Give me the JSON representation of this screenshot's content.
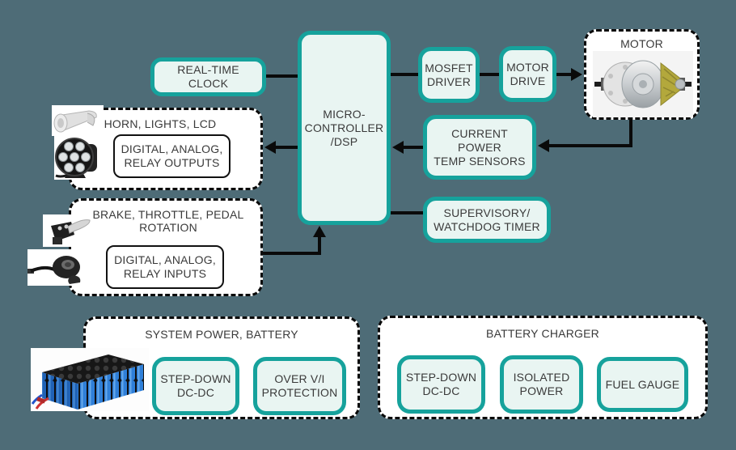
{
  "colors": {
    "background": "#4e6c77",
    "teal": "#16a29c",
    "box_fill": "#e9f5f2",
    "group_fill": "#ffffff",
    "line": "#0a0a0a",
    "text": "#3a3a3a"
  },
  "nodes": {
    "rtc": {
      "line1": "REAL-TIME",
      "line2": "CLOCK"
    },
    "mcu": {
      "line1": "MICRO-",
      "line2": "CONTROLLER",
      "line3": "/DSP"
    },
    "mosfet": {
      "line1": "MOSFET",
      "line2": "DRIVER"
    },
    "motor_drive": {
      "line1": "MOTOR",
      "line2": "DRIVE"
    },
    "motor": {
      "title": "MOTOR"
    },
    "sensors": {
      "line1": "CURRENT",
      "line2": "POWER",
      "line3": "TEMP SENSORS"
    },
    "watchdog": {
      "line1": "SUPERVISORY/",
      "line2": "WATCHDOG TIMER"
    },
    "outputs": {
      "title": "HORN, LIGHTS, LCD",
      "inner_line1": "DIGITAL, ANALOG,",
      "inner_line2": "RELAY OUTPUTS"
    },
    "inputs": {
      "title_line1": "BRAKE, THROTTLE, PEDAL",
      "title_line2": "ROTATION",
      "inner_line1": "DIGITAL, ANALOG,",
      "inner_line2": "RELAY INPUTS"
    },
    "system_power": {
      "title": "SYSTEM POWER, BATTERY",
      "stepdown_line1": "STEP-DOWN",
      "stepdown_line2": "DC-DC",
      "protection_line1": "OVER V/I",
      "protection_line2": "PROTECTION"
    },
    "charger": {
      "title": "BATTERY CHARGER",
      "stepdown_line1": "STEP-DOWN",
      "stepdown_line2": "DC-DC",
      "isolated_line1": "ISOLATED",
      "isolated_line2": "POWER",
      "fuel_gauge": "FUEL GAUGE"
    }
  },
  "images": {
    "horn": "air-horn-photo",
    "headlight": "led-headlight-photo",
    "brake": "brake-lever-photo",
    "throttle": "throttle-sensor-photo",
    "battery": "battery-pack-photo",
    "motor": "hub-motor-photo"
  }
}
